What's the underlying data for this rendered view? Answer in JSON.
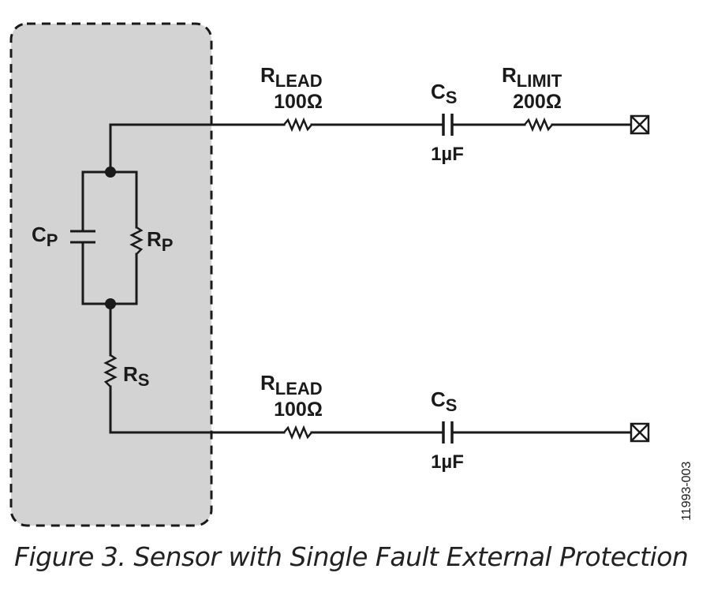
{
  "sensor_box": {
    "cp": {
      "main": "C",
      "sub": "P"
    },
    "rp": {
      "main": "R",
      "sub": "P"
    },
    "rs": {
      "main": "R",
      "sub": "S"
    }
  },
  "top_line": {
    "rlead": {
      "main": "R",
      "sub": "LEAD",
      "value": "100Ω"
    },
    "cs": {
      "main": "C",
      "sub": "S",
      "value": "1µF"
    },
    "rlimit": {
      "main": "R",
      "sub": "LIMIT",
      "value": "200Ω"
    }
  },
  "bottom_line": {
    "rlead": {
      "main": "R",
      "sub": "LEAD",
      "value": "100Ω"
    },
    "cs": {
      "main": "C",
      "sub": "S",
      "value": "1µF"
    }
  },
  "figure_id": "11993-003",
  "caption": "Figure 3. Sensor with Single Fault External Protection"
}
